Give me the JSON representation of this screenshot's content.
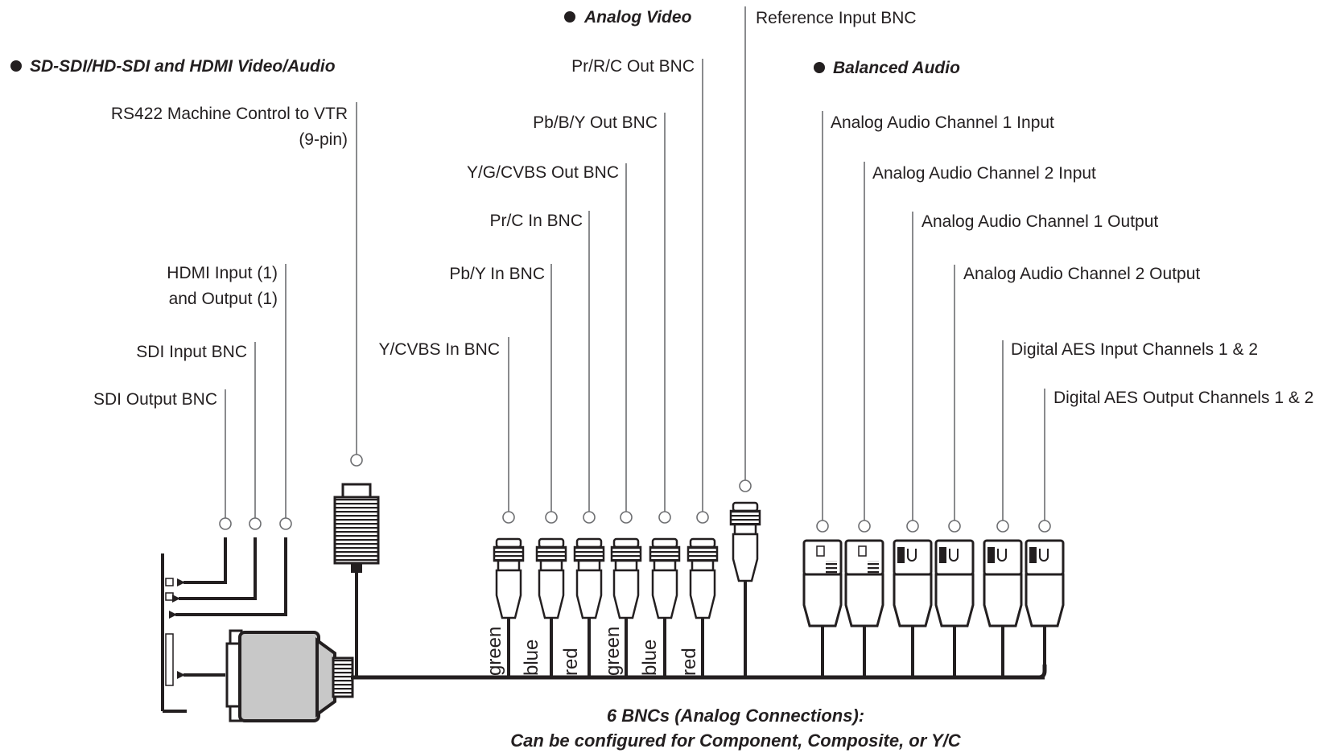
{
  "sections": {
    "sd_sdi": "SD-SDI/HD-SDI and HDMI Video/Audio",
    "analog_video": "Analog Video",
    "balanced_audio": "Balanced Audio"
  },
  "labels": {
    "rs422_line1": "RS422 Machine Control to VTR",
    "rs422_line2": "(9-pin)",
    "hdmi_line1": "HDMI Input (1)",
    "hdmi_line2": "and Output (1)",
    "sdi_input": "SDI Input BNC",
    "sdi_output": "SDI Output BNC",
    "pr_out": "Pr/R/C Out BNC",
    "pb_out": "Pb/B/Y Out BNC",
    "y_out": "Y/G/CVBS Out BNC",
    "pr_in": "Pr/C In BNC",
    "pb_in": "Pb/Y In BNC",
    "y_in": "Y/CVBS In BNC",
    "reference": "Reference Input BNC",
    "audio_ch1_in": "Analog Audio Channel 1 Input",
    "audio_ch2_in": "Analog Audio Channel 2 Input",
    "audio_ch1_out": "Analog Audio Channel 1 Output",
    "audio_ch2_out": "Analog Audio Channel 2 Output",
    "aes_in": "Digital AES Input Channels 1 &  2",
    "aes_out": "Digital AES Output Channels 1 & 2"
  },
  "cable_colors": [
    "green",
    "blue",
    "red",
    "green",
    "blue",
    "red"
  ],
  "caption": {
    "line1": "6 BNCs (Analog Connections):",
    "line2": "Can be configured for Component, Composite, or Y/C"
  }
}
